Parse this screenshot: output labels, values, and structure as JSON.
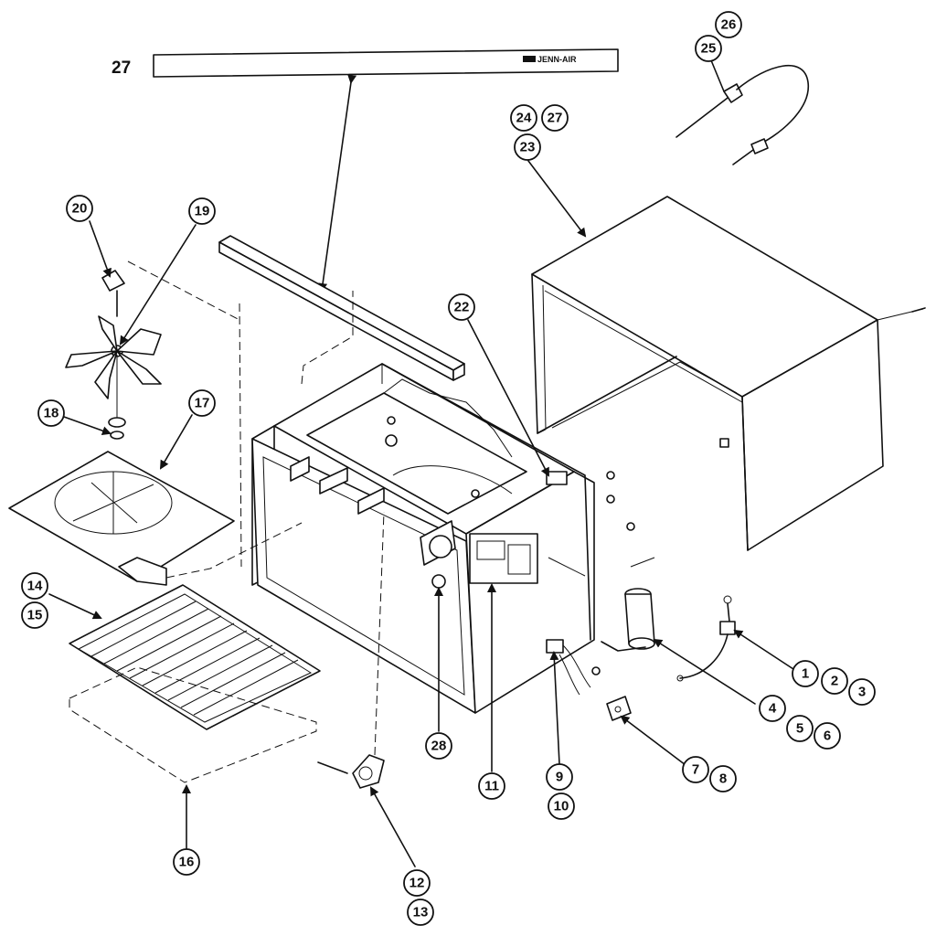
{
  "diagram": {
    "header_part_label": "27",
    "brand_text": "JENN-AIR",
    "callouts": [
      "1",
      "2",
      "3",
      "4",
      "5",
      "6",
      "7",
      "8",
      "9",
      "10",
      "11",
      "12",
      "13",
      "14",
      "15",
      "16",
      "17",
      "18",
      "19",
      "20",
      "22",
      "23",
      "24",
      "25",
      "26",
      "27",
      "28"
    ]
  }
}
